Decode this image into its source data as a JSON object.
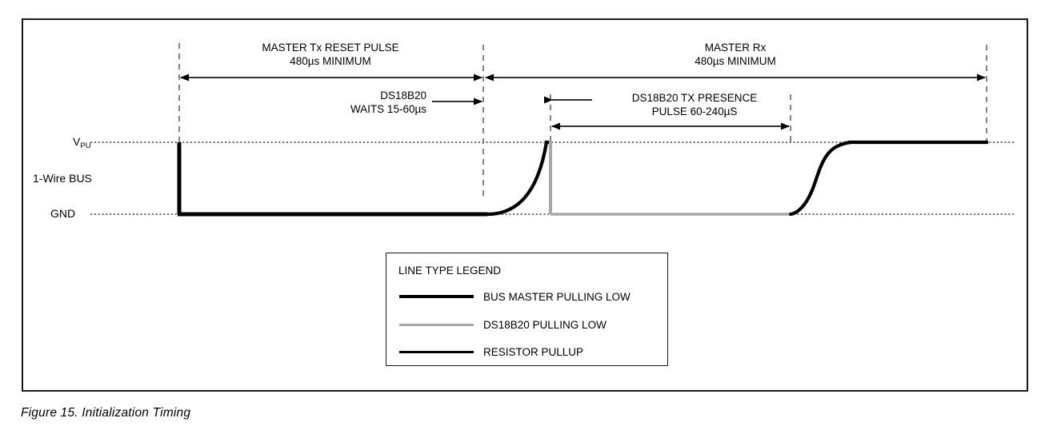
{
  "figure": {
    "caption": "Figure 15. Initialization Timing"
  },
  "axis": {
    "vpu_label": "V",
    "vpu_sub": "PU",
    "bus_label": "1-Wire BUS",
    "gnd_label": "GND"
  },
  "annotations": {
    "master_tx": {
      "line1": "MASTER Tx RESET PULSE",
      "line2": "480µs MINIMUM"
    },
    "master_rx": {
      "line1": "MASTER Rx",
      "line2": "480µs MINIMUM"
    },
    "ds_waits": {
      "line1": "DS18B20",
      "line2": "WAITS 15-60µs"
    },
    "presence": {
      "line1": "DS18B20 TX PRESENCE",
      "line2": "PULSE 60-240µS"
    }
  },
  "legend": {
    "title": "LINE TYPE LEGEND",
    "items": [
      {
        "label": "BUS MASTER PULLING LOW",
        "color": "#000000",
        "width": 4.2
      },
      {
        "label": "DS18B20 PULLING LOW",
        "color": "#a8a8a8",
        "width": 3.0
      },
      {
        "label": "RESISTOR PULLUP",
        "color": "#000000",
        "width": 3.0
      }
    ]
  },
  "colors": {
    "ink": "#000000",
    "frame": "#1a1a1a",
    "gray_line": "#a8a8a8",
    "guide": "#808080",
    "grid": "#555555"
  },
  "chart_data": {
    "type": "line",
    "title": "Initialization Timing",
    "xlabel": "",
    "ylabel": "1-Wire BUS",
    "levels": {
      "VPU": 178,
      "GND": 268
    },
    "markers_px": {
      "t0": 224,
      "t1": 604,
      "t2": 688,
      "t3": 988,
      "t4": 1233
    },
    "series": [
      {
        "name": "BUS MASTER PULLING LOW",
        "color": "#000000"
      },
      {
        "name": "DS18B20 PULLING LOW",
        "color": "#a8a8a8"
      },
      {
        "name": "RESISTOR PULLUP",
        "color": "#000000"
      }
    ]
  }
}
